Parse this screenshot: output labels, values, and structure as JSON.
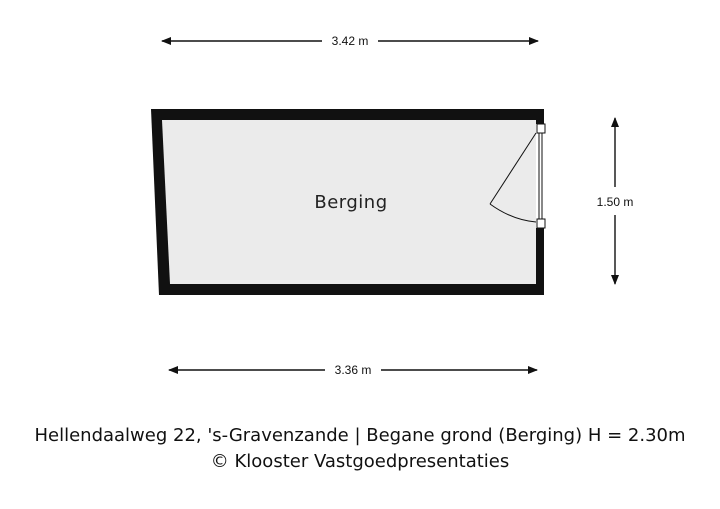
{
  "plan": {
    "room_name": "Berging",
    "dimension_top": "3.42 m",
    "dimension_bottom": "3.36 m",
    "dimension_right": "1.50 m",
    "wall_color": "#111111",
    "floor_color": "#ebebeb",
    "door_icon": "swing-door-icon"
  },
  "caption": {
    "line1": "Hellendaalweg 22, 's-Gravenzande | Begane grond (Berging) H = 2.30m",
    "line2": "© Klooster Vastgoedpresentaties"
  }
}
